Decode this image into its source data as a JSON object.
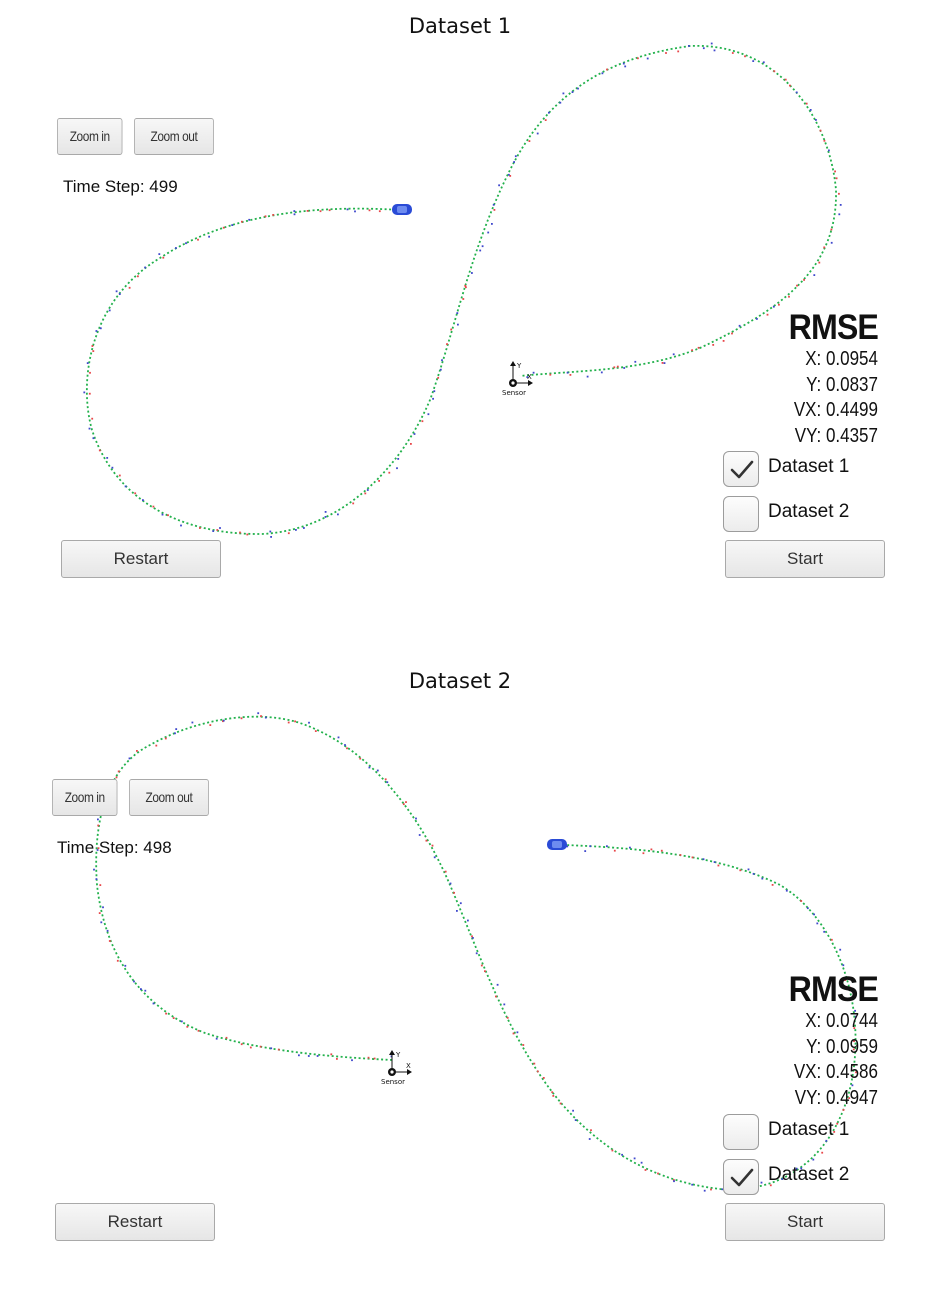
{
  "panels": [
    {
      "title": "Dataset 1",
      "zoom_in_label": "Zoom in",
      "zoom_out_label": "Zoom out",
      "time_step": "Time Step: 499",
      "sensor_label": "Sensor",
      "axis_y_label": "Y",
      "axis_x_label": "X",
      "rmse": {
        "title": "RMSE",
        "x": "X: 0.0954",
        "y": "Y: 0.0837",
        "vx": "VX: 0.4499",
        "vy": "VY: 0.4357"
      },
      "dataset1_label": "Dataset 1",
      "dataset1_checked": true,
      "dataset2_label": "Dataset 2",
      "dataset2_checked": false,
      "restart_label": "Restart",
      "start_label": "Start"
    },
    {
      "title": "Dataset 2",
      "zoom_in_label": "Zoom in",
      "zoom_out_label": "Zoom out",
      "time_step": "Time Step: 498",
      "sensor_label": "Sensor",
      "axis_y_label": "Y",
      "axis_x_label": "X",
      "rmse": {
        "title": "RMSE",
        "x": "X: 0.0744",
        "y": "Y: 0.0959",
        "vx": "VX: 0.4586",
        "vy": "VY: 0.4947"
      },
      "dataset1_label": "Dataset 1",
      "dataset1_checked": false,
      "dataset2_label": "Dataset 2",
      "dataset2_checked": true,
      "restart_label": "Restart",
      "start_label": "Start"
    }
  ],
  "colors": {
    "estimate_track": "#22b14c",
    "lidar_marker": "#e8474a",
    "radar_marker": "#3f48cc",
    "car": "#2a4bd6"
  },
  "icons": {
    "checkmark": "checkmark-icon",
    "car": "car-icon",
    "sensor": "sensor-axes-icon"
  }
}
